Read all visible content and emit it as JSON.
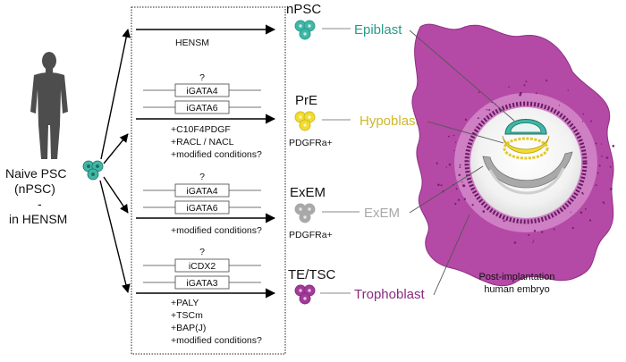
{
  "left": {
    "source_lines": [
      "Naive PSC",
      "(nPSC)",
      "-",
      "in HENSM"
    ]
  },
  "pathways": [
    {
      "arrow_label": "HENSM",
      "question": "",
      "genes": [],
      "conditions": []
    },
    {
      "arrow_label": "",
      "question": "?",
      "genes": [
        "iGATA4",
        "iGATA6"
      ],
      "conditions": [
        "+C10F4PDGF",
        "+RACL / NACL",
        "+modified conditions?"
      ]
    },
    {
      "arrow_label": "",
      "question": "?",
      "genes": [
        "iGATA4",
        "iGATA6"
      ],
      "conditions": [
        "+modified conditions?"
      ]
    },
    {
      "arrow_label": "",
      "question": "?",
      "genes": [
        "iCDX2",
        "iGATA3"
      ],
      "conditions": [
        "+PALY",
        "+TSCm",
        "+BAP(J)",
        "+modified conditions?"
      ]
    }
  ],
  "outputs": [
    {
      "cell_label": "nPSC",
      "marker": "",
      "tissue": "Epiblast",
      "color": "#2a9a8a",
      "fill": "#3fb7a6"
    },
    {
      "cell_label": "PrE",
      "marker": "PDGFRa+",
      "tissue": "Hypoblast",
      "color": "#cdb82a",
      "fill": "#f2dc2e"
    },
    {
      "cell_label": "ExEM",
      "marker": "PDGFRa+",
      "tissue": "ExEM",
      "color": "#a8a8a8",
      "fill": "#a9a9a9"
    },
    {
      "cell_label": "TE/TSC",
      "marker": "",
      "tissue": "Trophoblast",
      "color": "#8a2a82",
      "fill": "#a23a98"
    }
  ],
  "embryo": {
    "caption_lines": [
      "Post-implantation",
      "human embryo"
    ],
    "trophoblast_color": "#b44aa6",
    "trophoblast_light": "#cf7fc4"
  },
  "icons": {
    "human": "human-silhouette-icon",
    "cell_cluster": "cell-cluster-icon"
  }
}
